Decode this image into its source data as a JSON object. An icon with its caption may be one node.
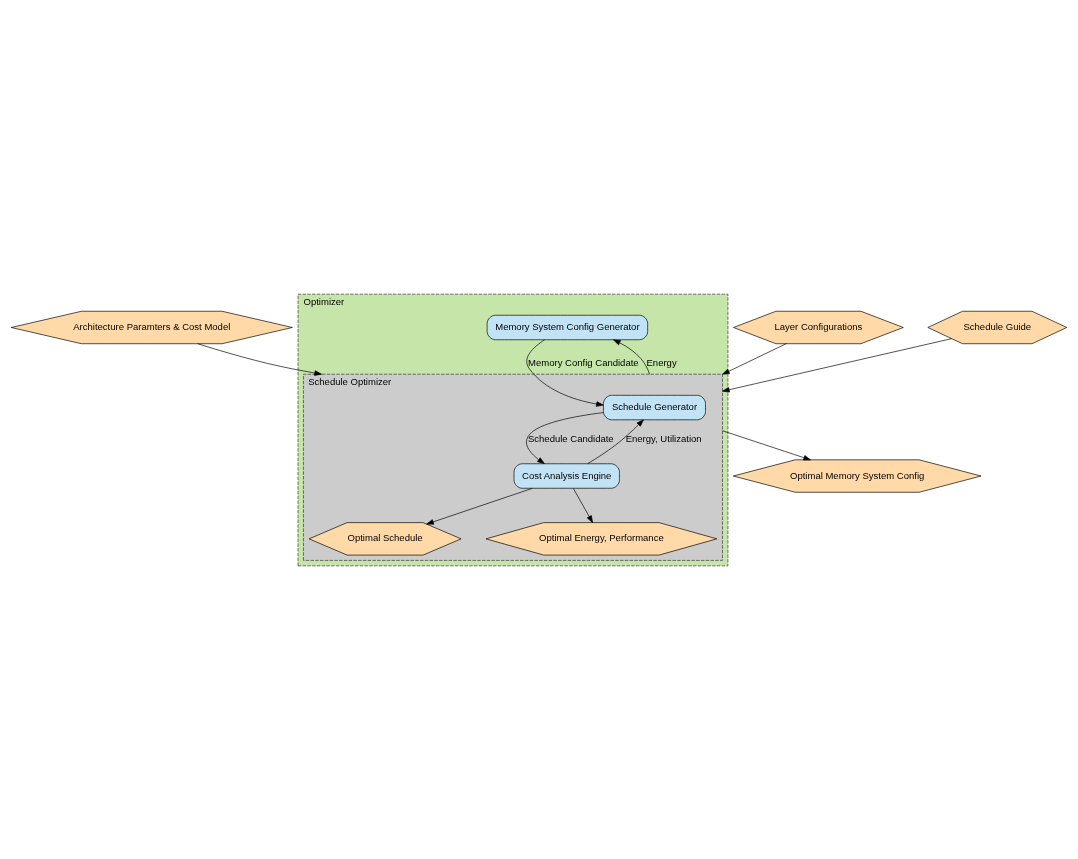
{
  "diagram": {
    "nodes": [
      {
        "text": [
          "Architecture Paramters & Cost Model"
        ]
      },
      {
        "text": [
          "Layer Configurations"
        ]
      },
      {
        "text": [
          "Schedule Guide"
        ]
      },
      {
        "text": [
          "Optimizer"
        ]
      },
      {
        "text": [
          "Memory System Config Generator"
        ],
        "in": 3
      },
      {
        "text": [
          "Schedule Optimizer"
        ],
        "in": 3
      },
      {
        "text": [
          "Schedule Generator"
        ],
        "in": 5
      },
      {
        "text": [
          "Cost Analysis Engine"
        ],
        "in": 5
      },
      {
        "text": [
          "Optimal Schedule"
        ],
        "in": 5
      },
      {
        "text": [
          "Optimal Energy, Performance"
        ],
        "in": 5
      },
      {
        "text": [
          "Optimal Memory System Config"
        ]
      }
    ],
    "edges": [
      {
        "from": 0,
        "to": 5,
        "arrow": "to"
      },
      {
        "from": 1,
        "to": 5,
        "arrow": "to"
      },
      {
        "from": 2,
        "to": 5,
        "arrow": "to"
      },
      {
        "from": 4,
        "to": 6,
        "arrow": "to",
        "label": "Memory Config Candidate"
      },
      {
        "from": 6,
        "to": 7,
        "arrow": "to",
        "label": "Schedule Candidate"
      },
      {
        "from": 7,
        "to": 6,
        "arrow": "to",
        "label": "Energy, Utilization"
      },
      {
        "from": 7,
        "to": 8,
        "arrow": "to"
      },
      {
        "from": 7,
        "to": 9,
        "arrow": "to"
      },
      {
        "from": 5,
        "to": 4,
        "arrow": "to",
        "label": "Energy"
      },
      {
        "from": 5,
        "to": 10,
        "arrow": "to"
      }
    ]
  }
}
